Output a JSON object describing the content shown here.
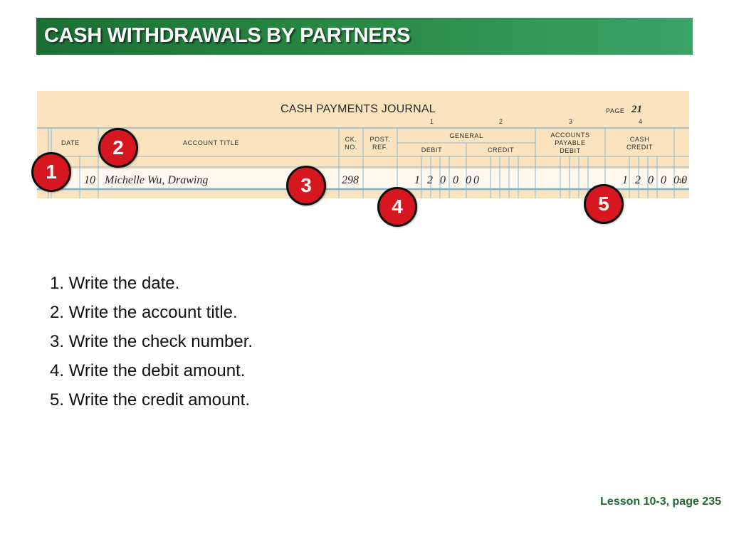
{
  "slide": {
    "title": "CASH WITHDRAWALS BY PARTNERS",
    "footer": "Lesson 10-3, page 235"
  },
  "journal": {
    "title": "CASH PAYMENTS JOURNAL",
    "page_label": "PAGE",
    "page_number": "21",
    "column_numbers": [
      "1",
      "2",
      "3",
      "4"
    ],
    "headers": {
      "date": "DATE",
      "account_title": "ACCOUNT TITLE",
      "ck_no": "CK.\nNO.",
      "post_ref": "POST.\nREF.",
      "general": "GENERAL",
      "general_debit": "DEBIT",
      "general_credit": "CREDIT",
      "accounts_payable_debit": "ACCOUNTS\nPAYABLE\nDEBIT",
      "cash_credit": "CASH\nCREDIT"
    },
    "entry": {
      "date": "10",
      "account_title": "Michelle Wu, Drawing",
      "check_number": "298",
      "general_debit": "1 2 0 0 00",
      "cash_credit": "1 2 0 0 00",
      "row_number": "12"
    }
  },
  "callouts": [
    "1",
    "2",
    "3",
    "4",
    "5"
  ],
  "steps": [
    "1. Write the date.",
    "2. Write the account title.",
    "3. Write the check number.",
    "4. Write the debit amount.",
    "5. Write the credit amount."
  ],
  "colors": {
    "title_green": "#2a8a45",
    "journal_paper": "#fbe3c0",
    "rule_blue": "#8ab8cf",
    "callout_red": "#d7171f",
    "footer_green": "#1d6a2f"
  }
}
